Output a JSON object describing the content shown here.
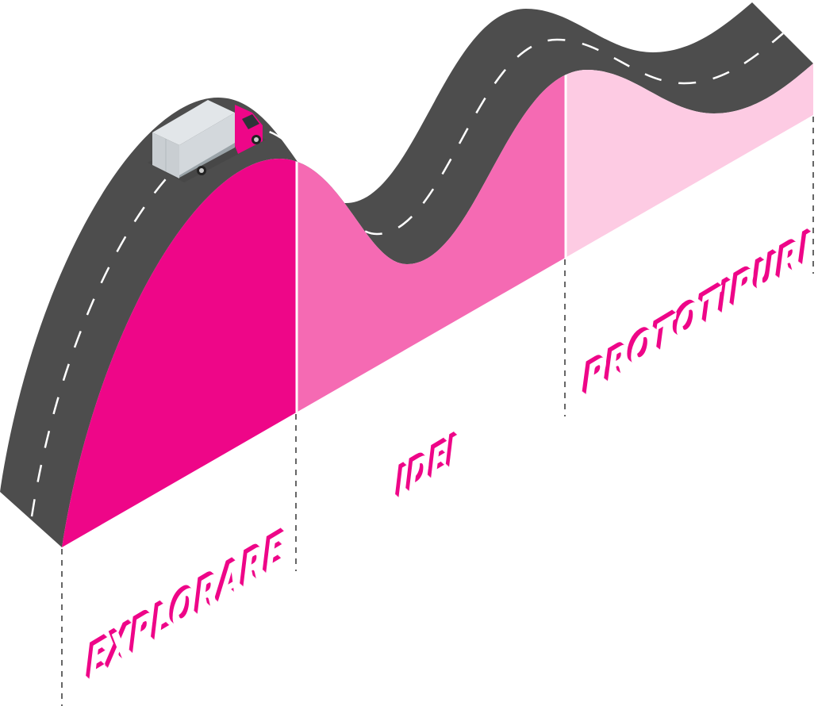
{
  "stages": [
    {
      "label": "EXPLORARE",
      "color": "#ee0688"
    },
    {
      "label": "IDEI",
      "color": "#f56ab3"
    },
    {
      "label": "PROTOTIPURI",
      "color": "#fdcbe3"
    }
  ],
  "colors": {
    "road": "#4d4d4d",
    "lane_marking": "#ffffff",
    "label_extrusion": "#ee0688",
    "guide_line": "#333333"
  },
  "icons": {
    "vehicle": "delivery-truck-icon"
  }
}
